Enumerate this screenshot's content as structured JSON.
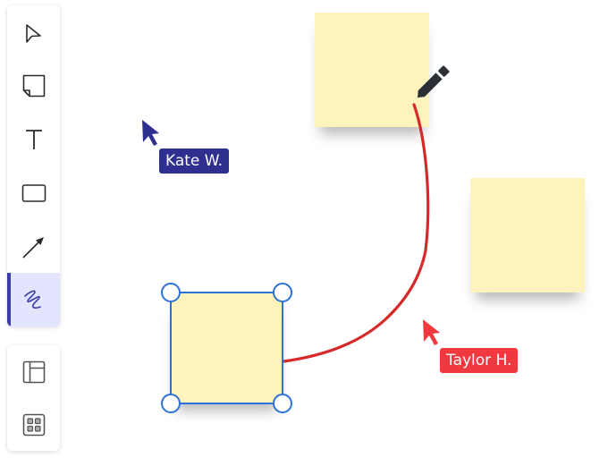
{
  "toolbar": {
    "tools": [
      {
        "id": "select",
        "icon": "cursor-arrow-icon",
        "active": false
      },
      {
        "id": "sticky-note",
        "icon": "sticky-note-icon",
        "active": false
      },
      {
        "id": "text",
        "icon": "text-icon",
        "active": false
      },
      {
        "id": "rectangle",
        "icon": "rectangle-icon",
        "active": false
      },
      {
        "id": "arrow",
        "icon": "arrow-icon",
        "active": false
      },
      {
        "id": "pen",
        "icon": "freehand-pen-icon",
        "active": true
      }
    ]
  },
  "toolbar_secondary": {
    "tools": [
      {
        "id": "layout",
        "icon": "layout-panel-icon"
      },
      {
        "id": "apps",
        "icon": "apps-grid-icon"
      }
    ]
  },
  "canvas": {
    "sticky_notes": [
      {
        "id": "note-top",
        "selected": false
      },
      {
        "id": "note-right",
        "selected": false
      },
      {
        "id": "note-selected",
        "selected": true
      }
    ],
    "connector_color": "#d62a2a",
    "selection_color": "#2d72d9",
    "sticky_color": "#fff3bd"
  },
  "collaborators": [
    {
      "name": "Kate W.",
      "color": "#2e2f8f"
    },
    {
      "name": "Taylor H.",
      "color": "#f0393f"
    }
  ]
}
